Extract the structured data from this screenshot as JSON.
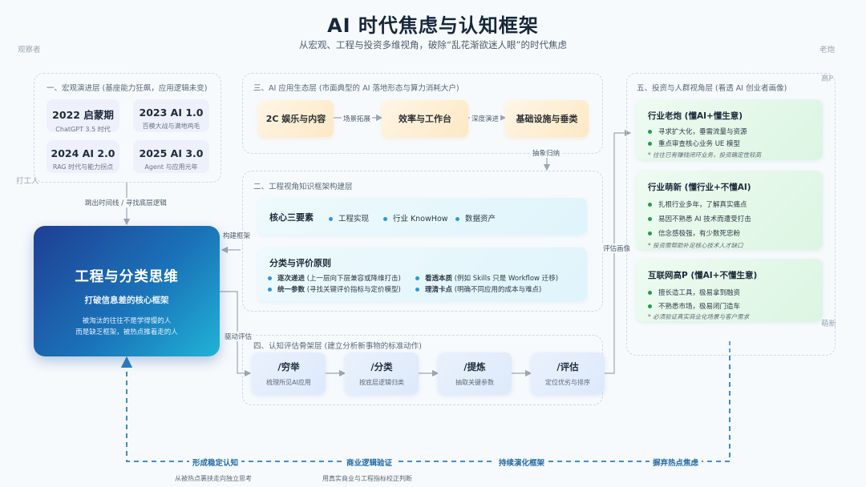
{
  "header": {
    "title": "AI 时代焦虑与认知框架",
    "subtitle": "从宏观、工程与投资多维视角，破除“乱花渐欲迷人眼”的时代焦虑"
  },
  "side_tags": {
    "observer": "观察者",
    "veteran": "老炮",
    "gaop": "高P",
    "worker": "打工人",
    "newbie": "萌新"
  },
  "macro": {
    "title": "一、宏观演进层 (基座能力狂飙，应用逻辑未变)",
    "eras": [
      {
        "title": "2022 启蒙期",
        "sub": "ChatGPT 3.5 时代"
      },
      {
        "title": "2023 AI 1.0",
        "sub": "百模大战与满地鸡毛"
      },
      {
        "title": "2024 AI 2.0",
        "sub": "RAG 时代与能力拐点"
      },
      {
        "title": "2025 AI 3.0",
        "sub": "Agent 与应用元年"
      }
    ]
  },
  "ecosystem": {
    "title": "三、AI 应用生态层 (市面典型的 AI 落地形态与算力消耗大户)",
    "boxes": [
      "2C 娱乐与内容",
      "效率与工作台",
      "基础设施与垂类"
    ],
    "arrows": [
      "场景拓展",
      "深度演进"
    ],
    "down_label": "抽象归纳"
  },
  "engineering": {
    "title": "二、工程视角知识框架构建层",
    "core_three": {
      "label": "核心三要素",
      "items": [
        "工程实现",
        "行业 KnowHow",
        "数据资产"
      ]
    },
    "principles": {
      "label": "分类与评价原则",
      "items": [
        {
          "bold": "逐次递进",
          "text": "(上一层向下层兼容或降维打击)"
        },
        {
          "bold": "看透本质",
          "text": "(例如 Skills 只是 Workflow 迁移)"
        },
        {
          "bold": "统一参数",
          "text": "(寻找关键评价指标与定价模型)"
        },
        {
          "bold": "理清卡点",
          "text": "(明确不同应用的成本与难点)"
        }
      ]
    }
  },
  "cognition": {
    "title": "四、认知评估骨架层 (建立分析新事物的标准动作)",
    "steps": [
      {
        "title": "/穷举",
        "sub": "梳理所见AI应用"
      },
      {
        "title": "/分类",
        "sub": "按底层逻辑归类"
      },
      {
        "title": "/提炼",
        "sub": "抽取关键参数"
      },
      {
        "title": "/评估",
        "sub": "定位优劣与排序"
      }
    ]
  },
  "investment": {
    "title": "五、投资与人群视角层 (看透 AI 创业者画像)",
    "groups": [
      {
        "title": "行业老炮 (懂AI+懂生意)",
        "items": [
          "寻求扩大化，垂需流量与资源",
          "重点审查核心业务 UE 模型"
        ],
        "note": "* 往往已有赚钱闭环业务，投资确定性较高"
      },
      {
        "title": "行业萌新 (懂行业+不懂AI)",
        "items": [
          "扎根行业多年，了解真实痛点",
          "易因不熟悉 AI 技术而遭受打击",
          "信念感极强，有少数死忠粉"
        ],
        "note": "* 投资需帮助补足核心技术人才缺口"
      },
      {
        "title": "互联网高P (懂AI+不懂生意)",
        "items": [
          "擅长造工具，极易拿到融资",
          "不熟悉市场，极易闭门造车"
        ],
        "note": "* 必须验证真实商业化场景与客户需求"
      }
    ]
  },
  "core": {
    "title": "工程与分类思维",
    "subtitle": "打破信息差的核心框架",
    "desc1": "被淘汰的往往不是学得慢的人",
    "desc2": "而是缺乏框架，被热点推着走的人"
  },
  "connectors": {
    "macro_to_core": "跳出时间线 / 寻找底层逻辑",
    "build": "构建框架",
    "drive": "驱动评估",
    "profile": "评估画像"
  },
  "loop": {
    "labels": [
      "形成稳定认知",
      "商业逻辑验证",
      "持续演化框架",
      "摒弃热点焦虑"
    ],
    "subs": [
      "从被热点裹挟走向独立思考",
      "用真实商业与工程指标校正判断"
    ]
  },
  "colors": {
    "core_start": "#1f3f93",
    "core_end": "#1fb3d6",
    "loop_line": "#2a7fc1",
    "orange": "#fde8c4",
    "green": "#dcf5e2",
    "blue": "#dde9fb",
    "cyan": "#dff4fb"
  }
}
